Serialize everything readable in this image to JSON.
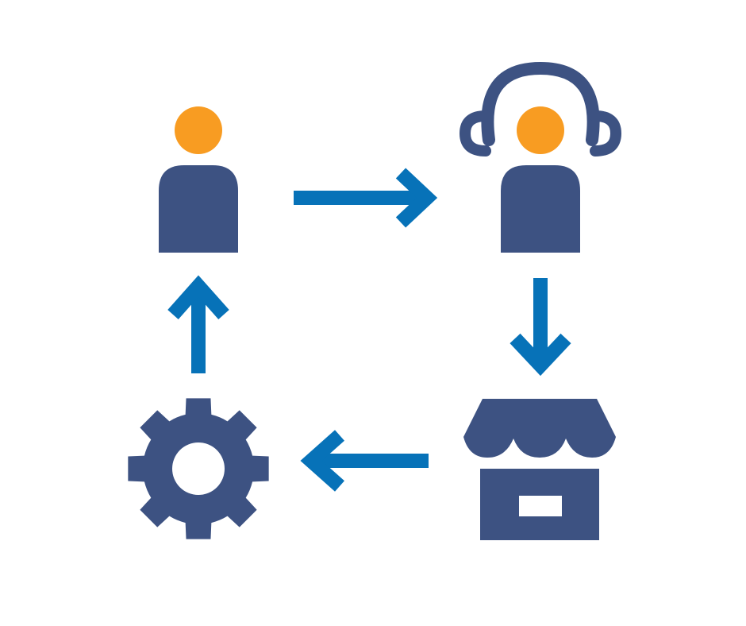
{
  "diagram": {
    "kind": "cycle",
    "nodes": [
      {
        "id": "customer",
        "icon": "person-icon"
      },
      {
        "id": "support-agent",
        "icon": "headset-person-icon"
      },
      {
        "id": "store",
        "icon": "storefront-icon"
      },
      {
        "id": "process",
        "icon": "gear-icon"
      }
    ],
    "edges": [
      {
        "from": "customer",
        "to": "support-agent",
        "direction": "right"
      },
      {
        "from": "support-agent",
        "to": "store",
        "direction": "down"
      },
      {
        "from": "store",
        "to": "process",
        "direction": "left"
      },
      {
        "from": "process",
        "to": "customer",
        "direction": "up"
      }
    ]
  },
  "colors": {
    "icon_primary": "#3d5282",
    "head_accent": "#f89c22",
    "arrow": "#0772b8",
    "background": "#ffffff"
  }
}
